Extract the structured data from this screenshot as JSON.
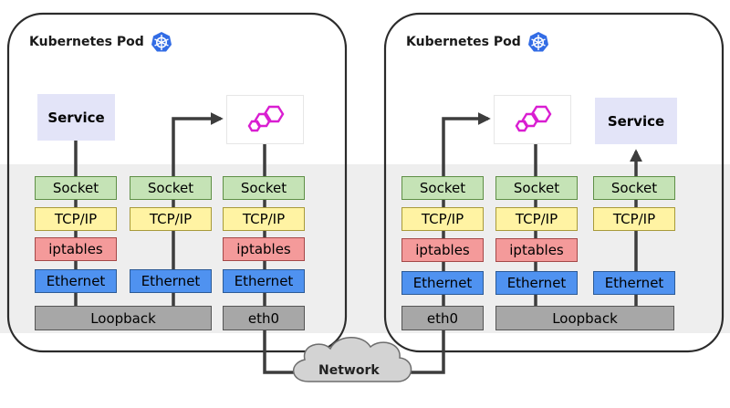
{
  "pods": [
    {
      "title": "Kubernetes Pod",
      "service": "Service",
      "columns": [
        {
          "socket": "Socket",
          "tcpip": "TCP/IP",
          "iptables": "iptables",
          "ethernet": "Ethernet"
        },
        {
          "socket": "Socket",
          "tcpip": "TCP/IP",
          "ethernet": "Ethernet"
        },
        {
          "socket": "Socket",
          "tcpip": "TCP/IP",
          "iptables": "iptables",
          "ethernet": "Ethernet"
        }
      ],
      "loopback": "Loopback",
      "nic": "eth0"
    },
    {
      "title": "Kubernetes Pod",
      "service": "Service",
      "columns": [
        {
          "socket": "Socket",
          "tcpip": "TCP/IP",
          "iptables": "iptables",
          "ethernet": "Ethernet"
        },
        {
          "socket": "Socket",
          "tcpip": "TCP/IP",
          "iptables": "iptables",
          "ethernet": "Ethernet"
        },
        {
          "socket": "Socket",
          "tcpip": "TCP/IP",
          "ethernet": "Ethernet"
        }
      ],
      "loopback": "Loopback",
      "nic": "eth0"
    }
  ],
  "network": "Network",
  "icons": {
    "pod_logo": "kubernetes-helm-icon",
    "proxy": "envoy-proxy-icon"
  },
  "colors": {
    "socket": "#c5e3b6",
    "tcpip": "#fff3a3",
    "iptables": "#f49a9a",
    "ethernet": "#4f92f0",
    "loopback": "#a7a7a7",
    "service": "#e3e4f8",
    "kubernetes_blue": "#326ce5",
    "envoy_magenta": "#d91ed1",
    "line": "#3d3d3d"
  }
}
